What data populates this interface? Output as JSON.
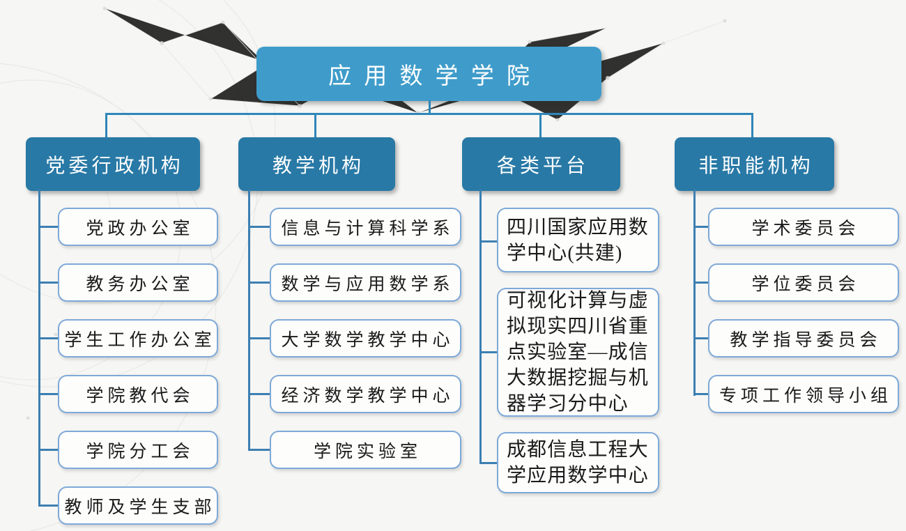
{
  "root": {
    "label": "应用数学学院"
  },
  "branches": [
    {
      "label": "党委行政机构",
      "children": [
        "党政办公室",
        "教务办公室",
        "学生工作办公室",
        "学院教代会",
        "学院分工会",
        "教师及学生支部"
      ]
    },
    {
      "label": "教学机构",
      "children": [
        "信息与计算科学系",
        "数学与应用数学系",
        "大学数学教学中心",
        "经济数学教学中心",
        "学院实验室"
      ]
    },
    {
      "label": "各类平台",
      "children": [
        "四川国家应用数学中心(共建)",
        "可视化计算与虚拟现实四川省重点实验室—成信大数据挖掘与机器学习分中心",
        "成都信息工程大学应用数学中心"
      ]
    },
    {
      "label": "非职能机构",
      "children": [
        "学术委员会",
        "学位委员会",
        "教学指导委员会",
        "专项工作领导小组"
      ]
    }
  ],
  "colors": {
    "canvas_bg": "#f6f6f4",
    "root_fill": "#3f9cca",
    "branch_fill": "#2879a6",
    "tree_line": "#2e86b8",
    "column_line": "#3c7fb2",
    "leaf_border": "#7ea9d8",
    "leaf_text": "#1a1a1a",
    "node_text": "#ffffff"
  }
}
